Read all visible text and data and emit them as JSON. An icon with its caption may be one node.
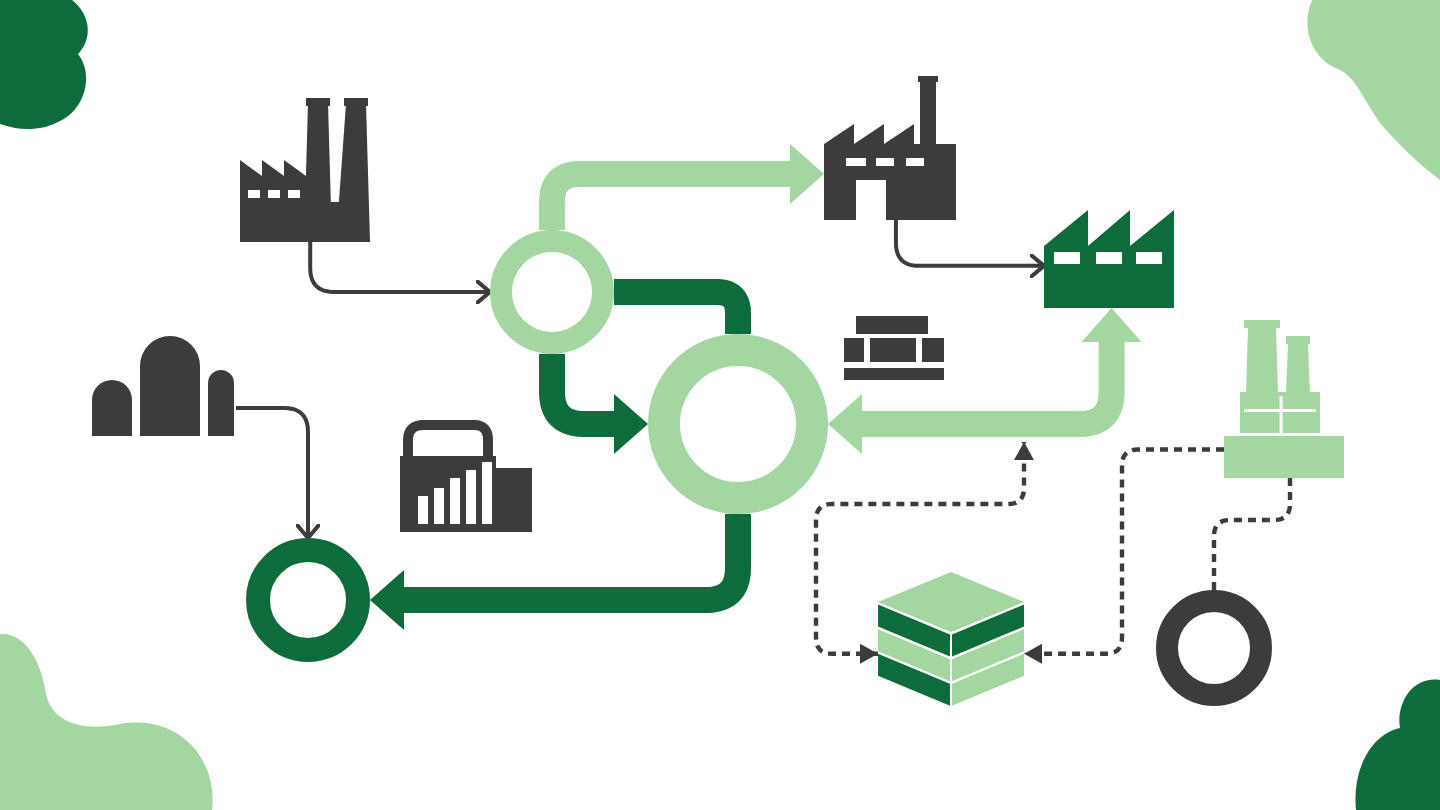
{
  "diagram": {
    "nodes": [
      {
        "text": [],
        "shape": "picture"
      },
      {
        "text": [],
        "shape": "picture"
      },
      {
        "text": [],
        "shape": "circle"
      },
      {
        "text": [],
        "shape": "picture"
      },
      {
        "text": [],
        "shape": "picture"
      },
      {
        "text": [],
        "shape": "picture"
      },
      {
        "text": [],
        "shape": "circle"
      },
      {
        "text": [],
        "shape": "picture"
      },
      {
        "text": [],
        "shape": "picture"
      },
      {
        "text": [],
        "shape": "circle"
      },
      {
        "text": [],
        "shape": "picture"
      },
      {
        "text": [],
        "shape": "circle"
      }
    ],
    "edges": [
      {
        "from": 0,
        "to": 2,
        "arrow": "to"
      },
      {
        "from": 2,
        "to": 1,
        "arrow": "to",
        "style": "thick",
        "color": "#a3d6a1"
      },
      {
        "from": 2,
        "to": 6,
        "arrow": "none",
        "style": "thick",
        "color": "#0e6b3b"
      },
      {
        "from": 2,
        "to": 6,
        "arrow": "to",
        "style": "thick",
        "color": "#0e6b3b"
      },
      {
        "from": 1,
        "to": 3,
        "arrow": "to"
      },
      {
        "from": 6,
        "to": 3,
        "arrow": "both",
        "style": "thick",
        "color": "#a3d6a1"
      },
      {
        "from": 5,
        "to": 9,
        "arrow": "to"
      },
      {
        "from": 6,
        "to": 9,
        "arrow": "to",
        "style": "thick",
        "color": "#0e6b3b"
      },
      {
        "from": 10,
        "to": null,
        "arrow": "both",
        "style": "dashed"
      },
      {
        "from": 7,
        "to": 10,
        "arrow": "to",
        "style": "dashed"
      },
      {
        "from": 7,
        "to": 11,
        "arrow": "none",
        "style": "dashed"
      }
    ]
  }
}
